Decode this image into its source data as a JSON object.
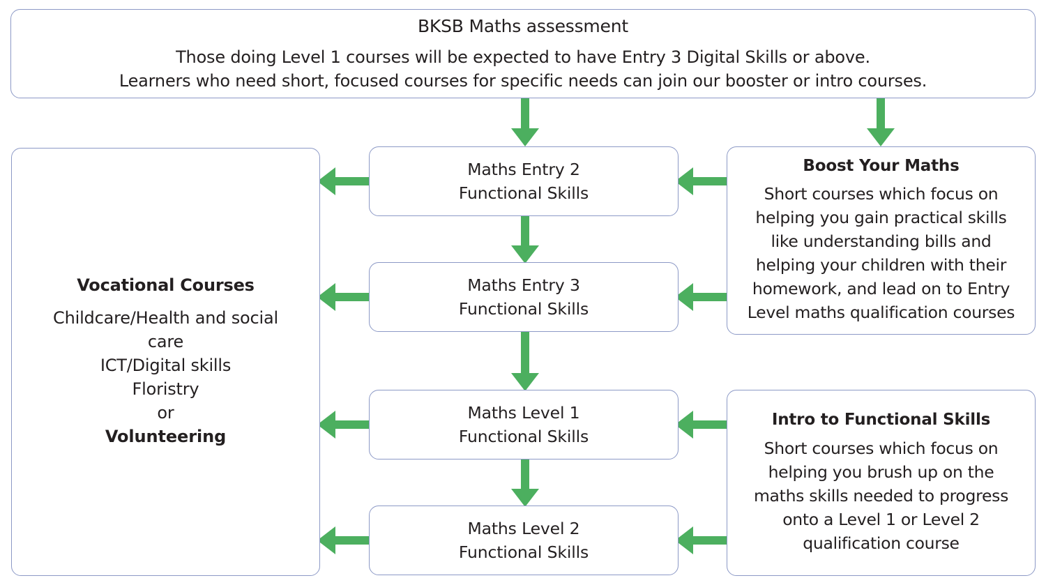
{
  "diagram": {
    "accent_color": "#4caf5f",
    "box_border_color": "#8c99c6",
    "text_color": "#231f20",
    "background": "#ffffff"
  },
  "header": {
    "title": "BKSB Maths assessment",
    "line1": "Those doing Level 1 courses will be expected to have Entry 3 Digital Skills or above.",
    "line2": "Learners who need short, focused courses for specific needs can join our booster or intro courses."
  },
  "vocational": {
    "title": "Vocational Courses",
    "lines": [
      "Childcare/Health and social care",
      "ICT/Digital skills",
      "Floristry",
      "or"
    ],
    "bold_last": "Volunteering"
  },
  "pathway": [
    {
      "line1": "Maths Entry 2",
      "line2": "Functional Skills"
    },
    {
      "line1": "Maths Entry 3",
      "line2": "Functional Skills"
    },
    {
      "line1": "Maths Level 1",
      "line2": "Functional Skills"
    },
    {
      "line1": "Maths Level 2",
      "line2": "Functional Skills"
    }
  ],
  "boost": {
    "title": "Boost Your Maths",
    "lines": [
      "Short courses which focus on",
      "helping you gain practical skills",
      "like understanding bills and",
      "helping your children with their",
      "homework, and lead on to Entry",
      "Level maths qualification courses"
    ]
  },
  "intro": {
    "title": "Intro to Functional Skills",
    "lines": [
      "Short courses which focus on",
      "helping you brush up on the",
      "maths skills needed to progress",
      "onto a Level 1 or Level 2",
      "qualification course"
    ]
  },
  "arrows": {
    "down_to_entry2": "arrow-down-icon",
    "down_to_boost": "arrow-down-icon",
    "entry2_to_entry3": "arrow-down-icon",
    "entry3_to_level1": "arrow-down-icon",
    "level1_to_level2": "arrow-down-icon",
    "entry2_to_vocational": "arrow-left-icon",
    "entry3_to_vocational": "arrow-left-icon",
    "level1_to_vocational": "arrow-left-icon",
    "level2_to_vocational": "arrow-left-icon",
    "boost_to_entry2": "arrow-left-icon",
    "boost_to_entry3": "arrow-left-icon",
    "intro_to_level1": "arrow-left-icon",
    "intro_to_level2": "arrow-left-icon"
  }
}
